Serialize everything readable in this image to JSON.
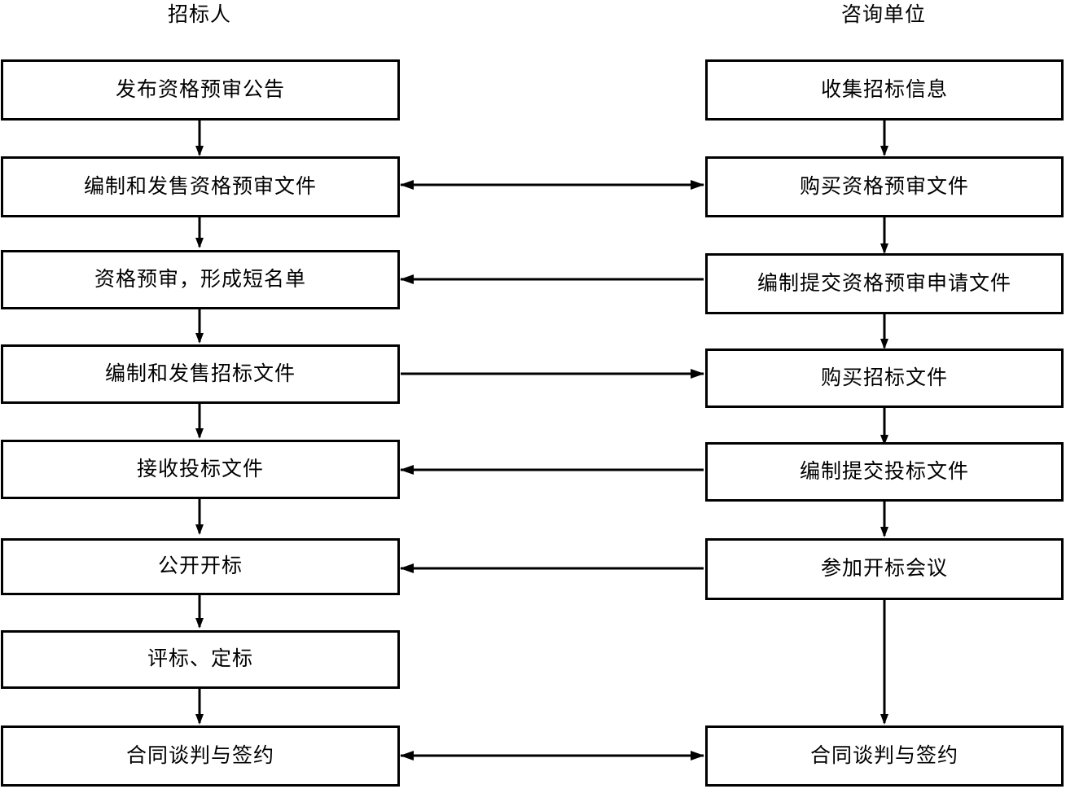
{
  "diagram": {
    "title_left": "招标人",
    "title_right": "咨询单位",
    "background": "#ffffff",
    "line_color": "#000000",
    "columns": [
      {
        "id": "left",
        "header": "招标人"
      },
      {
        "id": "right",
        "header": "咨询单位"
      }
    ],
    "left_nodes": [
      {
        "id": "l1",
        "label": "发布资格预审公告"
      },
      {
        "id": "l2",
        "label": "编制和发售资格预审文件"
      },
      {
        "id": "l3",
        "label": "资格预审，形成短名单"
      },
      {
        "id": "l4",
        "label": "编制和发售招标文件"
      },
      {
        "id": "l5",
        "label": "接收投标文件"
      },
      {
        "id": "l6",
        "label": "公开开标"
      },
      {
        "id": "l7",
        "label": "评标、定标"
      },
      {
        "id": "l8",
        "label": "合同谈判与签约"
      }
    ],
    "right_nodes": [
      {
        "id": "r1",
        "label": "收集招标信息"
      },
      {
        "id": "r2",
        "label": "购买资格预审文件"
      },
      {
        "id": "r3",
        "label": "编制提交资格预审申请文件"
      },
      {
        "id": "r4",
        "label": "购买招标文件"
      },
      {
        "id": "r5",
        "label": "编制提交投标文件"
      },
      {
        "id": "r6",
        "label": "参加开标会议"
      },
      {
        "id": "r8",
        "label": "合同谈判与签约"
      }
    ],
    "vertical_edges_left": [
      {
        "from": "l1",
        "to": "l2",
        "direction": "down"
      },
      {
        "from": "l2",
        "to": "l3",
        "direction": "down"
      },
      {
        "from": "l3",
        "to": "l4",
        "direction": "down"
      },
      {
        "from": "l4",
        "to": "l5",
        "direction": "down"
      },
      {
        "from": "l5",
        "to": "l6",
        "direction": "down"
      },
      {
        "from": "l6",
        "to": "l7",
        "direction": "down"
      },
      {
        "from": "l7",
        "to": "l8",
        "direction": "down"
      }
    ],
    "vertical_edges_right": [
      {
        "from": "r1",
        "to": "r2",
        "direction": "down"
      },
      {
        "from": "r2",
        "to": "r3",
        "direction": "down"
      },
      {
        "from": "r3",
        "to": "r4",
        "direction": "down"
      },
      {
        "from": "r4",
        "to": "r5",
        "direction": "down"
      },
      {
        "from": "r5",
        "to": "r6",
        "direction": "down"
      },
      {
        "from": "r6",
        "to": "r8",
        "direction": "down"
      }
    ],
    "horizontal_edges": [
      {
        "from": "l2",
        "to": "r2",
        "direction": "both",
        "row": 2
      },
      {
        "from": "r3",
        "to": "l3",
        "direction": "left",
        "row": 3
      },
      {
        "from": "l4",
        "to": "r4",
        "direction": "right",
        "row": 4
      },
      {
        "from": "r5",
        "to": "l5",
        "direction": "left",
        "row": 5
      },
      {
        "from": "r6",
        "to": "l6",
        "direction": "left",
        "row": 6
      },
      {
        "from": "l8",
        "to": "r8",
        "direction": "both",
        "row": 8
      }
    ]
  }
}
